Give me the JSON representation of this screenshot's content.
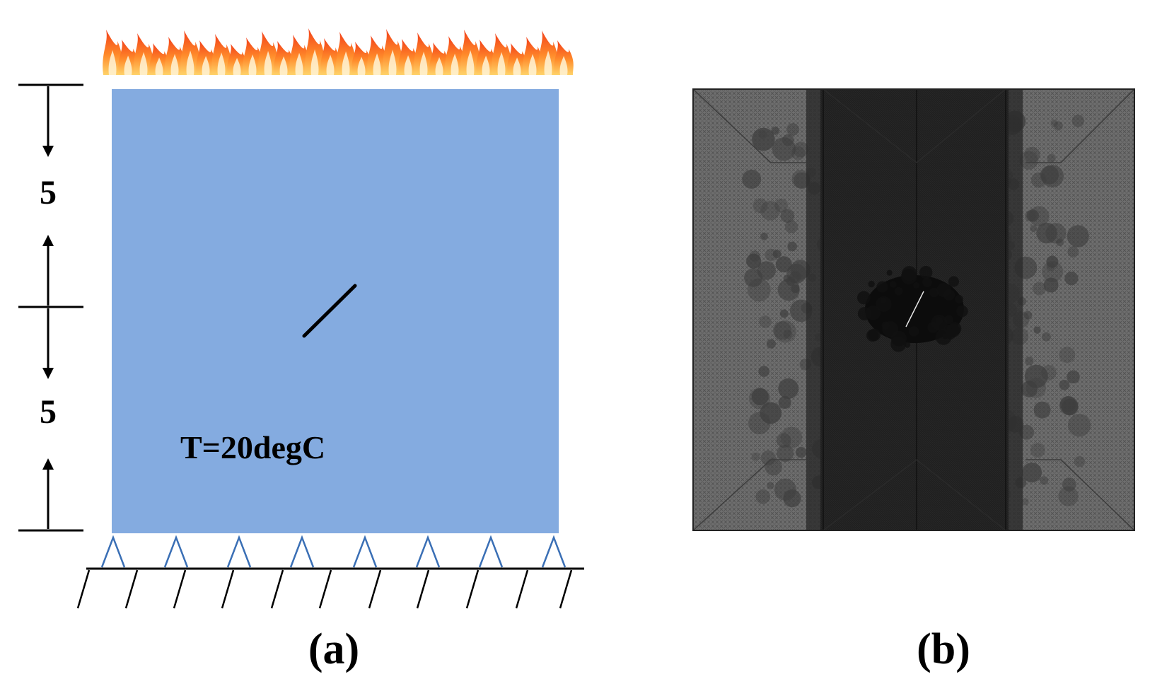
{
  "panel_a": {
    "dimensions": [
      "5",
      "5"
    ],
    "temperature_label": "T=20degC",
    "caption": "(a)",
    "colors": {
      "plate": "#84abe0",
      "crack": "#000000",
      "support": "#3a6fb5",
      "flame_outer": "#f7481a",
      "flame_inner": "#ffb43a"
    },
    "support_count": 8
  },
  "panel_b": {
    "caption": "(b)",
    "colors": {
      "mesh_outer": "#6c6c6c",
      "mesh_dense": "#1c1c1c",
      "crack": "#e8e8e8"
    }
  }
}
